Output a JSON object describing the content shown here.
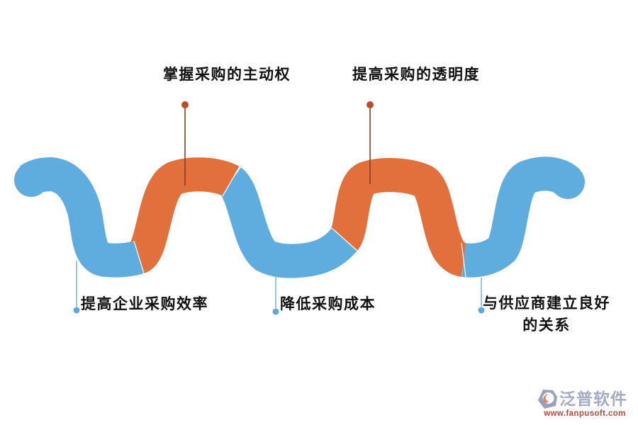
{
  "diagram": {
    "description_labels": {
      "top": [
        {
          "label": "掌握采购的主动权"
        },
        {
          "label": "提高采购的透明度"
        }
      ],
      "bottom": [
        {
          "label": "提高企业采购效率"
        },
        {
          "label": "降低采购成本"
        },
        {
          "label": "与供应商建立良好的关系"
        }
      ]
    },
    "colors": {
      "ribbon_blue": "#5FADDF",
      "ribbon_orange": "#E1703C",
      "leader_orange_line": "#8E3D1C",
      "leader_orange_dot": "#B84E22",
      "leader_blue_line": "#7FB8DF",
      "leader_blue_dot": "#62A7D8",
      "label_text": "#111111"
    }
  },
  "watermark": {
    "brand": "泛普软件",
    "url": "www.fanpusoft.com",
    "brand_color": "#A4ABC5",
    "url_color": "#C2473C"
  }
}
